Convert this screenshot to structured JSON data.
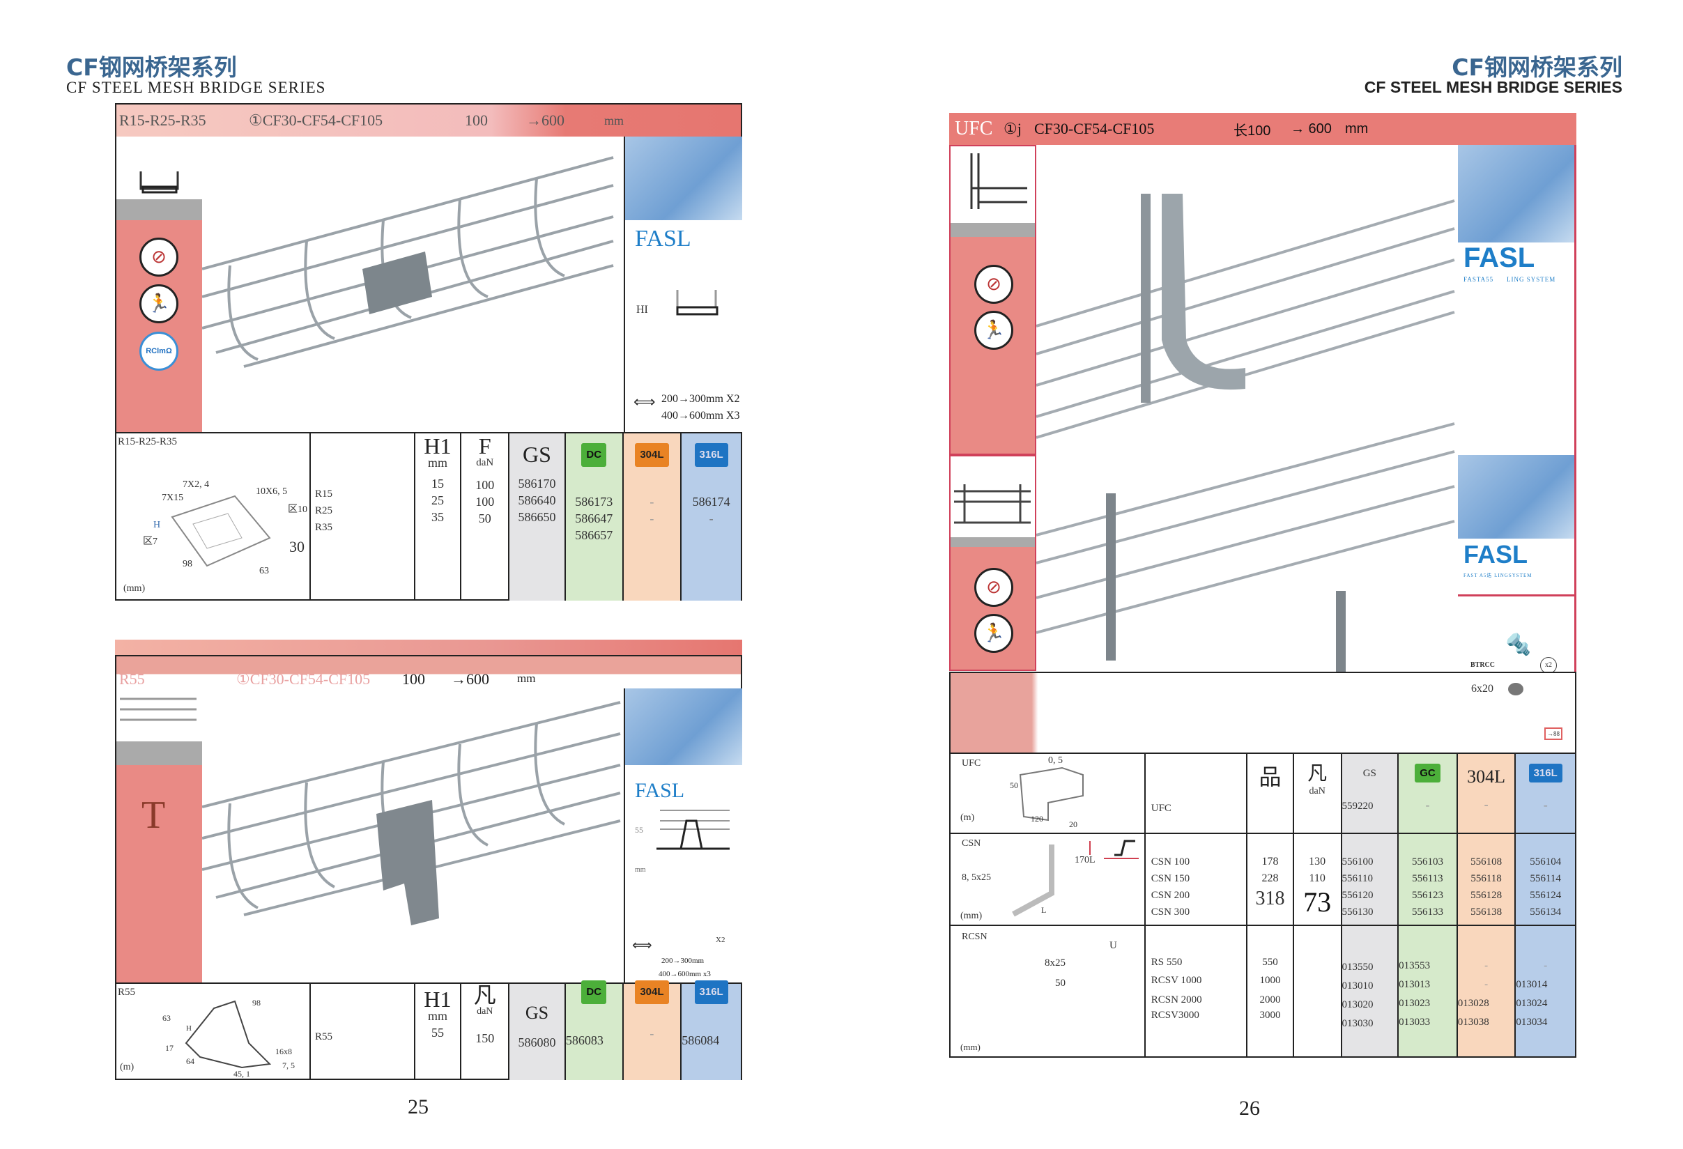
{
  "left_page": {
    "title_cn": "CF钢网桥架系列",
    "title_en": "CF STEEL MESH BRIDGE SERIES",
    "page_number": "25",
    "block1": {
      "header": {
        "model": "R15-R25-R35",
        "ref": "①CF30-CF54-CF105",
        "width_from": "100",
        "width_to": "→600",
        "unit": "mm"
      },
      "side_badge": "RClmΩ",
      "panel": {
        "brand": "FASL",
        "label": "HI",
        "spacing": [
          "200→300mm X2",
          "400→600mm X3"
        ]
      },
      "table": {
        "drawing_label": "R15-R25-R35",
        "dims": [
          "7X2, 4",
          "7X15",
          "10X6, 5",
          "区10",
          "H",
          "区7",
          "30",
          "98",
          "63"
        ],
        "unit": "(mm)",
        "models": [
          "R15",
          "R25",
          "R35"
        ],
        "headers": {
          "h1": "H1",
          "h1_unit": "mm",
          "f": "F",
          "f_unit": "daN",
          "gs": "GS",
          "dc": "DC",
          "s304": "304L",
          "s316": "316L"
        },
        "h1": [
          "15",
          "25",
          "35"
        ],
        "f": [
          "100",
          "100",
          "50"
        ],
        "gs": [
          "586170",
          "586640",
          "586650"
        ],
        "dc": [
          "586173",
          "586647",
          "586657"
        ],
        "s304": [
          "-",
          "-"
        ],
        "s316": [
          "586174",
          "-"
        ]
      }
    },
    "block2": {
      "header": {
        "model": "R55",
        "ref": "①CF30-CF54-CF105",
        "width_from": "100",
        "width_to": "→600",
        "unit": "mm"
      },
      "side_letter": "T",
      "panel": {
        "brand": "FASL",
        "dim": "55",
        "unit": "mm",
        "x2": "X2",
        "spacing": [
          "200→300mm",
          "400→600mm x3"
        ]
      },
      "table": {
        "drawing_label": "R55",
        "dims": [
          "98",
          "63",
          "H",
          "17",
          "64",
          "16x8",
          "7, 5",
          "45, 1"
        ],
        "unit": "(m)",
        "model": "R55",
        "headers": {
          "h1": "H1",
          "h1_unit": "mm",
          "f": "凡",
          "f_unit": "daN",
          "gs": "GS",
          "dc": "DC",
          "s304": "304L",
          "s316": "316L"
        },
        "h1": "55",
        "f": "150",
        "gs": "586080",
        "dc": "586083",
        "s304": "-",
        "s316": "586084"
      }
    }
  },
  "right_page": {
    "title_cn": "CF钢网桥架系列",
    "title_en": "CF STEEL MESH BRIDGE SERIES",
    "page_number": "26",
    "header": {
      "model": "UFC",
      "ref_mark": "①j",
      "ref": "CF30-CF54-CF105",
      "width_from": "长100",
      "width_to": "→ 600",
      "unit": "mm"
    },
    "panel1": {
      "brand": "FASL",
      "sub1": "FASTA55",
      "sub2": "LING SYSTEM"
    },
    "panel2": {
      "brand": "FASL",
      "sub": "FAST  A5迭  LINGSYSTEM"
    },
    "bolt": {
      "name": "BTRCC",
      "size": "6x20",
      "qty": "x2",
      "ref": "→88"
    },
    "table": {
      "headers": {
        "h": "品",
        "f": "凡",
        "f_unit": "daN",
        "gs": "GS",
        "gc": "GC",
        "s304": "304L",
        "s316": "316L"
      },
      "rows": [
        {
          "label": "UFC",
          "dims": [
            "0, 5",
            "50",
            "120",
            "20"
          ],
          "unit": "(m)",
          "models": [
            "UFC"
          ],
          "h": [],
          "f": [],
          "gs": [
            "559220"
          ],
          "gc": [
            "-"
          ],
          "s304": [
            "-"
          ],
          "s316": [
            "-"
          ]
        },
        {
          "label": "CSN",
          "dims": [
            "170L",
            "8, 5x25",
            "L"
          ],
          "unit": "(mm)",
          "models": [
            "CSN  100",
            "CSN  150",
            "CSN  200",
            "CSN  300"
          ],
          "h": [
            "178",
            "228",
            "318"
          ],
          "f": [
            "130",
            "110",
            "73"
          ],
          "gs": [
            "556100",
            "556110",
            "556120",
            "556130"
          ],
          "gc": [
            "556103",
            "556113",
            "556123",
            "556133"
          ],
          "s304": [
            "556108",
            "556118",
            "556128",
            "556138"
          ],
          "s316": [
            "556104",
            "556114",
            "556124",
            "556134"
          ]
        },
        {
          "label": "RCSN",
          "dims": [
            "U",
            "8x25",
            "50"
          ],
          "unit": "(mm)",
          "models": [
            "RS  550",
            "RCSV  1000",
            "RCSN  2000",
            "RCSV3000"
          ],
          "h": [
            "550",
            "1000",
            "2000",
            "3000"
          ],
          "gs": [
            "013550",
            "013010",
            "013020",
            "013030"
          ],
          "gc": [
            "013553",
            "013013",
            "013023",
            "013033"
          ],
          "s304": [
            "-",
            "-",
            "013028",
            "013038"
          ],
          "s316": [
            "-",
            "013014",
            "013024",
            "013034"
          ]
        }
      ]
    }
  }
}
